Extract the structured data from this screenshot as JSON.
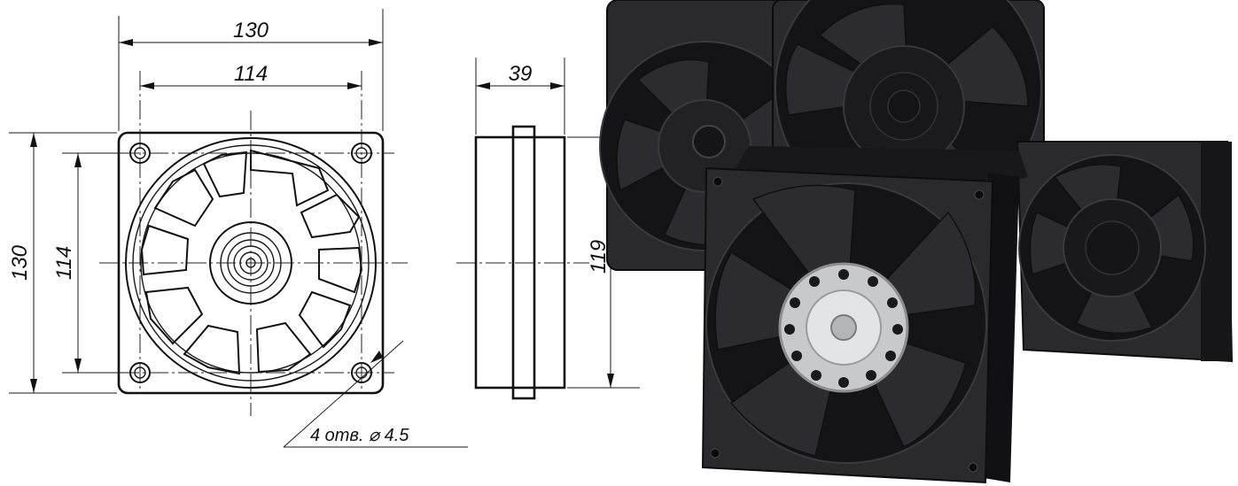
{
  "dimensions": {
    "front_width": "130",
    "front_hole_spacing_h": "114",
    "front_height": "130",
    "front_hole_spacing_v": "114",
    "side_depth": "39",
    "side_height": "119"
  },
  "holes_note": "4 отв. ⌀ 4.5",
  "colors": {
    "line": "#111111",
    "fan_black": "#1d1d1f",
    "hub_metal": "#c8c9cc"
  },
  "icons": {
    "photo": "axial-fan-photo"
  }
}
